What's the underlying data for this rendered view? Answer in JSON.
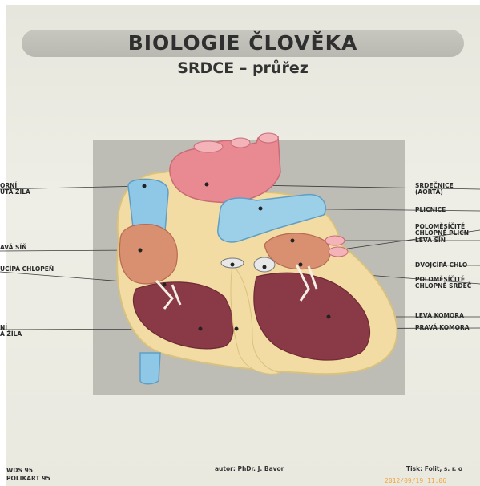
{
  "poster": {
    "title": "BIOLOGIE ČLOVĚKA",
    "subtitle": "SRDCE – průřez"
  },
  "labels_left": [
    {
      "id": "horni-dutá-zila",
      "text": "ORNÍ\nUTÁ ŽÍLA"
    },
    {
      "id": "prava-sin",
      "text": "AVÁ SÍŇ"
    },
    {
      "id": "trojcipa-chlopen",
      "text": "UCÍPÁ CHLOPEŇ"
    },
    {
      "id": "dolni-duta-zila",
      "text": "NÍ\nÁ ŽÍLA"
    }
  ],
  "labels_right": [
    {
      "id": "srdecnice",
      "text": "SRDEČNICE\n(AORTA)"
    },
    {
      "id": "plicnice",
      "text": "PLICNICE"
    },
    {
      "id": "polomesicite-plicnice",
      "text": "POLOMĚSÍČITÉ\nCHLOPNĚ PLICN"
    },
    {
      "id": "leva-sin",
      "text": "LEVÁ SÍŇ"
    },
    {
      "id": "dvojcipa-chlopen",
      "text": "DVOJCÍPÁ CHLO"
    },
    {
      "id": "polomesicite-srdecnice",
      "text": "POLOMĚSÍČITÉ\nCHLOPNĚ SRDEČ"
    },
    {
      "id": "leva-komora",
      "text": "LEVÁ KOMORA"
    },
    {
      "id": "prava-komora",
      "text": "PRAVÁ KOMORA"
    }
  ],
  "footer": {
    "left_line1": "WDS 95",
    "left_line2": "POLIKART 95",
    "author": "autor: PhDr. J. Bavor",
    "printer": "Tisk: Folit, s. r. o",
    "camera_stamp": "2012/09/19 11:06"
  },
  "colors": {
    "poster_bg": "#ebebe3",
    "aorta": "#e98a93",
    "vein_blue": "#8fc8e6",
    "muscle": "#8a3a46",
    "outer_wall": "#f0d9a0"
  }
}
